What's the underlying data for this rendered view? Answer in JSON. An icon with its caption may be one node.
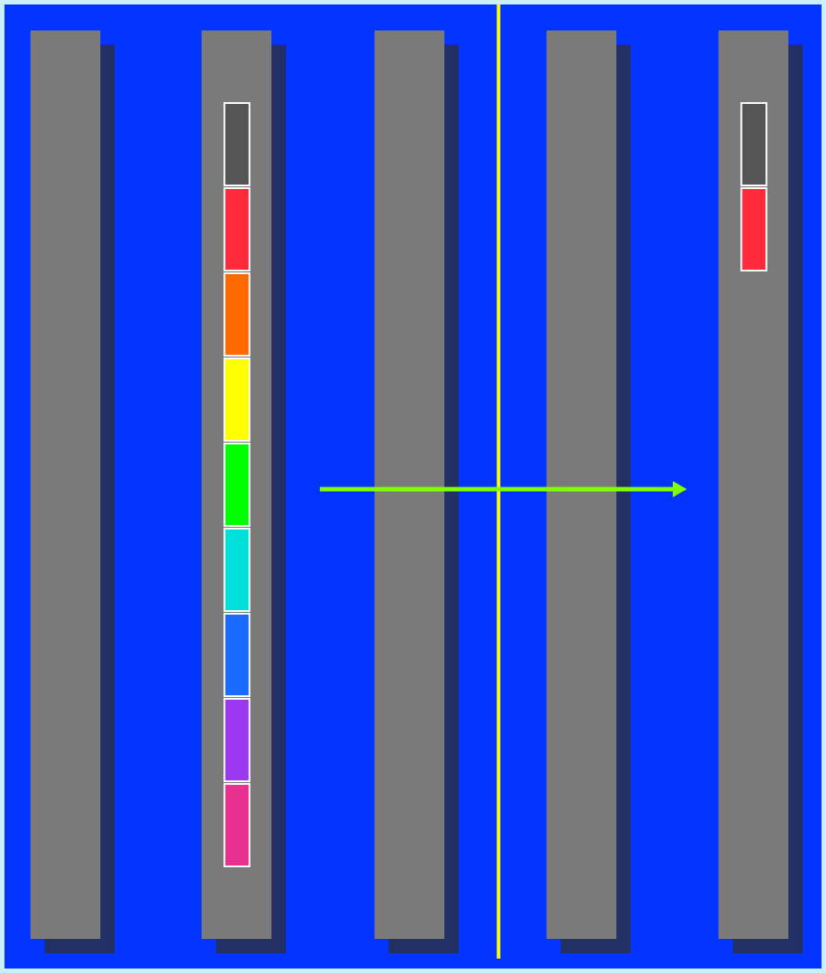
{
  "diagram": {
    "nodes": [
      {
        "text": [],
        "shape": "bar"
      },
      {
        "text": [],
        "shape": "bar"
      },
      {
        "text": [],
        "shape": "bar"
      },
      {
        "text": [],
        "shape": "bar"
      },
      {
        "text": [],
        "shape": "bar"
      },
      {
        "text": [],
        "shape": "box",
        "in": 1
      },
      {
        "text": [],
        "shape": "box",
        "in": 1
      },
      {
        "text": [],
        "shape": "box",
        "in": 1
      },
      {
        "text": [],
        "shape": "box",
        "in": 1
      },
      {
        "text": [],
        "shape": "box",
        "in": 1
      },
      {
        "text": [],
        "shape": "box",
        "in": 1
      },
      {
        "text": [],
        "shape": "box",
        "in": 1
      },
      {
        "text": [],
        "shape": "box",
        "in": 1
      },
      {
        "text": [],
        "shape": "box",
        "in": 1
      },
      {
        "text": [],
        "shape": "box",
        "in": 4
      },
      {
        "text": [],
        "shape": "box",
        "in": 4
      }
    ]
  }
}
